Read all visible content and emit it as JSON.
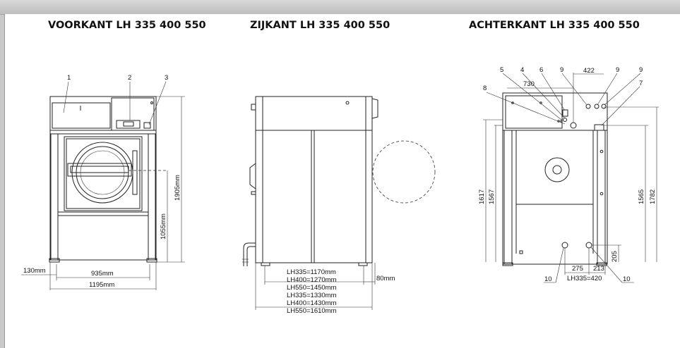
{
  "titles": {
    "front": "VOORKANT LH 335 400 550",
    "side": "ZIJKANT LH 335 400 550",
    "back": "ACHTERKANT LH 335 400 550"
  },
  "front": {
    "callout_1": "1",
    "callout_2": "2",
    "callout_3": "3",
    "dim_height": "1905mm",
    "dim_door": "1055mm",
    "dim_foot": "130mm",
    "dim_inner_width": "935mm",
    "dim_width": "1195mm"
  },
  "side": {
    "dims": [
      "LH335=1170mm",
      "LH400=1270mm",
      "LH550=1450mm",
      "LH335=1330mm",
      "LH400=1430mm",
      "LH550=1610mm"
    ],
    "dim_offset": "80mm"
  },
  "back": {
    "callouts_top": [
      "5",
      "4",
      "6",
      "9",
      "9",
      "9"
    ],
    "callout_7": "7",
    "callout_8": "8",
    "callout_10_left": "10",
    "callout_10_right": "10",
    "dim_422": "422",
    "dim_730": "730",
    "dim_1617": "1617",
    "dim_1567": "1567",
    "dim_1565": "1565",
    "dim_1782": "1782",
    "dim_275": "275",
    "dim_213": "213",
    "dim_205": "205",
    "dim_lh335": "LH335=420"
  },
  "colors": {
    "frame": "#c9c9c9",
    "panel": "#ffffff",
    "line": "#222222"
  }
}
